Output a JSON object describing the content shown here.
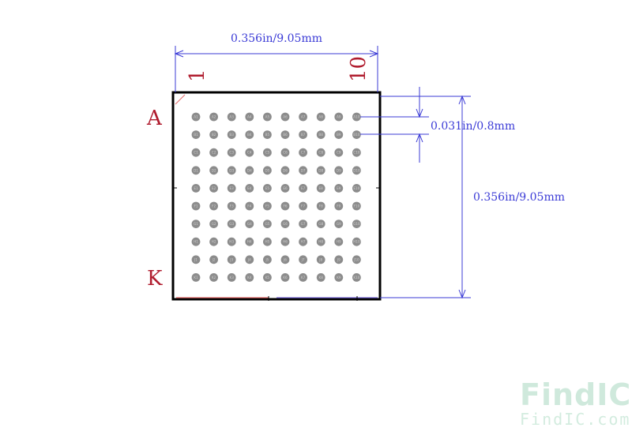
{
  "dimensions": {
    "width_label": "0.356in/9.05mm",
    "height_label": "0.356in/9.05mm",
    "pitch_label": "0.031in/0.8mm"
  },
  "pin_labels": {
    "col_first": "1",
    "col_last": "10",
    "row_first": "A",
    "row_last": "K"
  },
  "grid": {
    "rows": [
      "A",
      "B",
      "C",
      "D",
      "E",
      "F",
      "G",
      "H",
      "J",
      "K"
    ],
    "cols": 10
  },
  "watermark": {
    "logo": "FindIC",
    "site": "FindIC.com"
  },
  "colors": {
    "outline": "#000000",
    "dimension": "#3b3bd6",
    "label": "#b01c2e",
    "ball": "#8c8c8c",
    "logo_light": "#cfe9dc",
    "logo_accent": "#bfe0f0"
  }
}
